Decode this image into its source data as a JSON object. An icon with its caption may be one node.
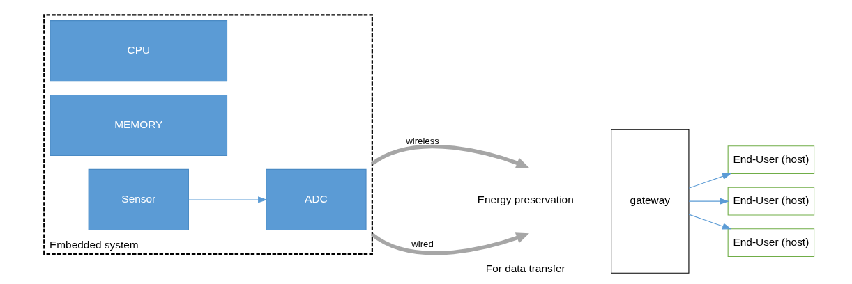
{
  "diagram": {
    "nodes": [
      {
        "text": [
          "Embedded system"
        ]
      },
      {
        "text": [
          "CPU"
        ],
        "in": 0
      },
      {
        "text": [
          "MEMORY"
        ],
        "in": 0
      },
      {
        "text": [
          "Sensor"
        ],
        "in": 0
      },
      {
        "text": [
          "ADC"
        ],
        "in": 0
      },
      {
        "text": [
          "gateway"
        ]
      },
      {
        "text": [
          "End-User (host)"
        ]
      },
      {
        "text": [
          "End-User (host)"
        ]
      },
      {
        "text": [
          "End-User (host)"
        ]
      }
    ],
    "edges": [
      {
        "from": 3,
        "to": 4,
        "arrow": "to"
      },
      {
        "from": 0,
        "to": null,
        "arrow": "to",
        "label": "wireless",
        "style": "thick",
        "color": "#a6a6a6"
      },
      {
        "from": 0,
        "to": null,
        "arrow": "to",
        "label": "wired",
        "style": "thick",
        "color": "#a6a6a6"
      },
      {
        "from": 5,
        "to": 6,
        "arrow": "to"
      },
      {
        "from": 5,
        "to": 7,
        "arrow": "to"
      },
      {
        "from": 5,
        "to": 8,
        "arrow": "to"
      }
    ],
    "labels": [
      "Energy preservation",
      "For data transfer"
    ]
  }
}
